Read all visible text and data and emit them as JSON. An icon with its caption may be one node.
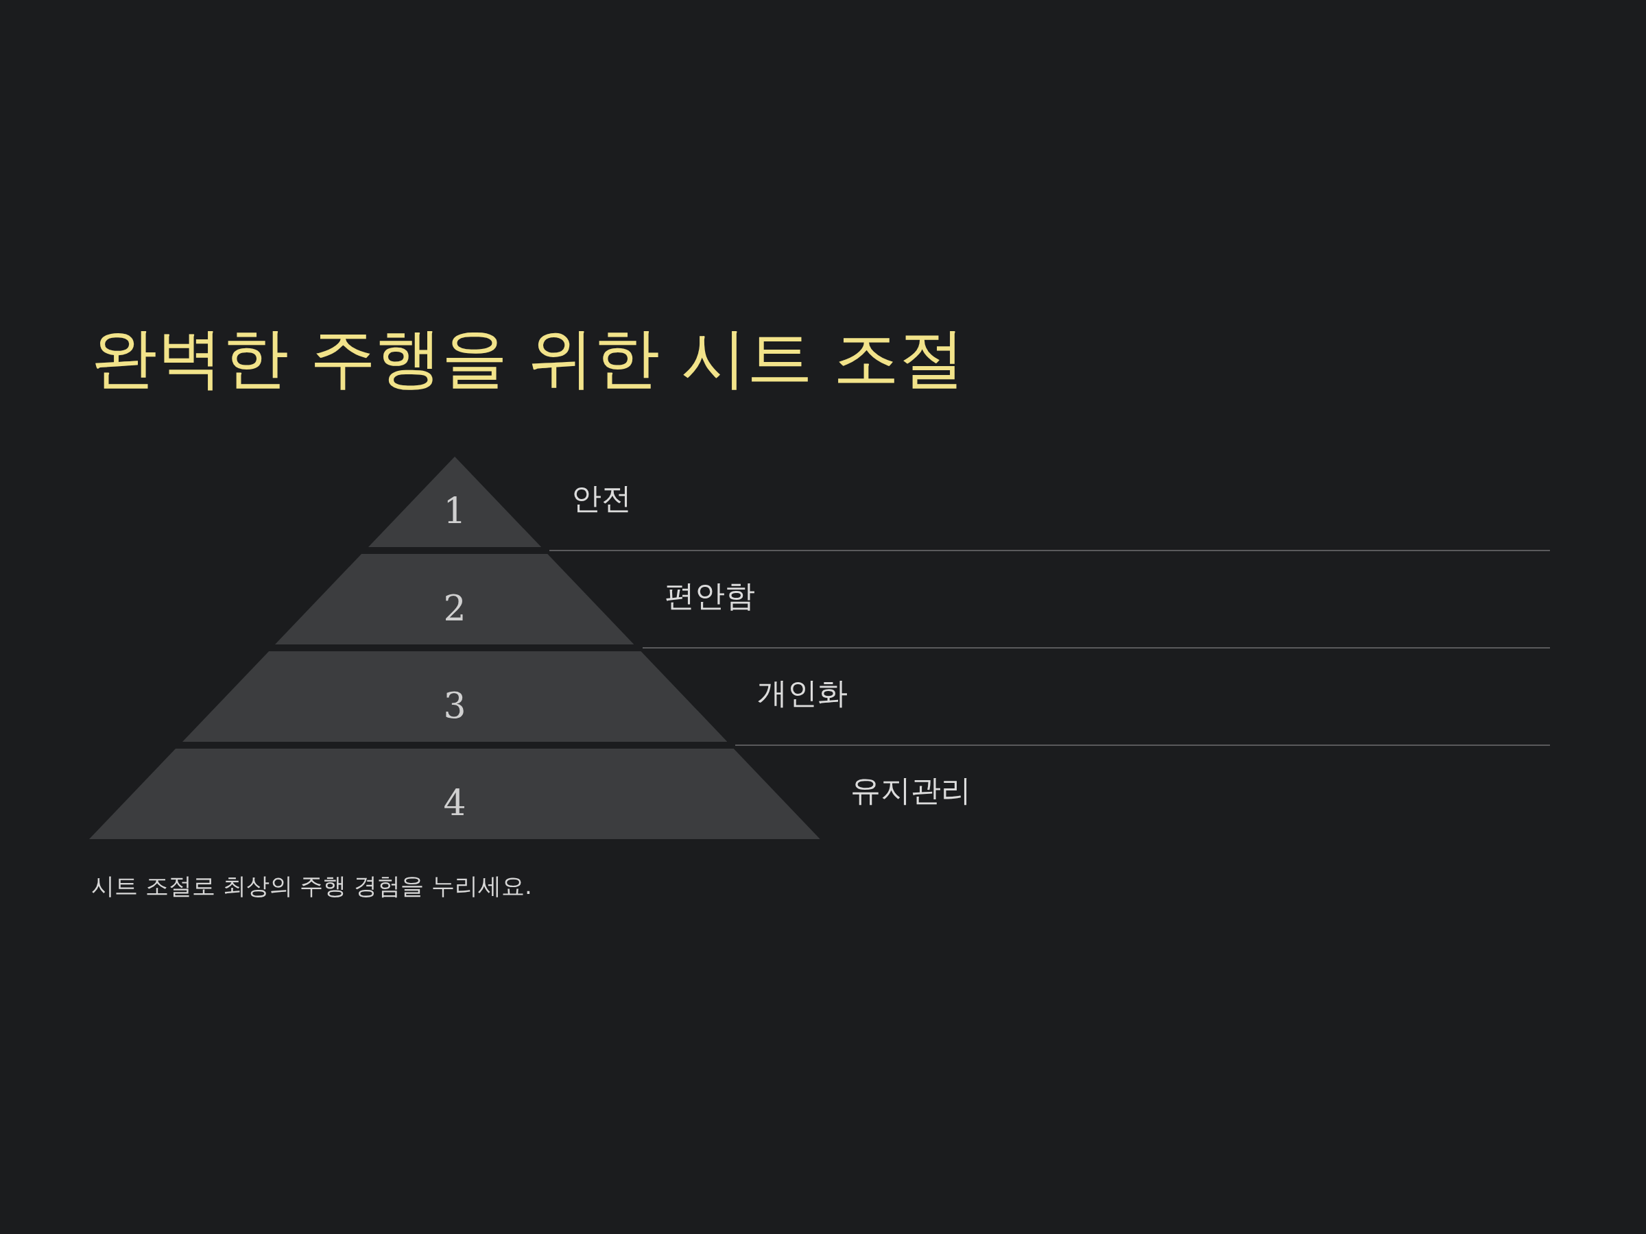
{
  "diagram": {
    "title": "완벽한 주행을 위한 시트 조절",
    "caption": "시트 조절로 최상의 주행 경험을 누리세요.",
    "nodes": [
      {
        "text": [
          "1"
        ],
        "beside": [
          "안전"
        ]
      },
      {
        "text": [
          "2"
        ],
        "beside": [
          "편안함"
        ]
      },
      {
        "text": [
          "3"
        ],
        "beside": [
          "개인화"
        ]
      },
      {
        "text": [
          "4"
        ],
        "beside": [
          "유지관리"
        ]
      }
    ]
  }
}
